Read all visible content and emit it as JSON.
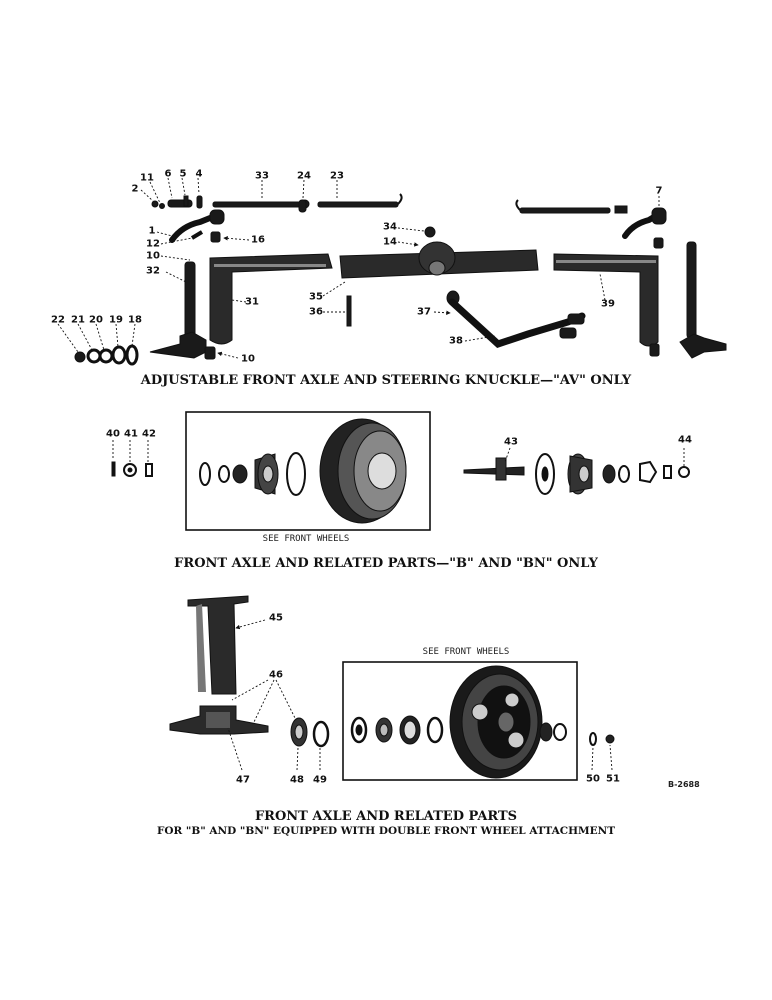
{
  "captions": {
    "section1": "ADJUSTABLE FRONT AXLE AND STEERING KNUCKLE—\"AV\" ONLY",
    "section2": "FRONT AXLE AND RELATED PARTS—\"B\" AND \"BN\" ONLY",
    "section3_title": "FRONT AXLE AND RELATED PARTS",
    "section3_sub": "FOR \"B\" AND \"BN\" EQUIPPED WITH DOUBLE FRONT WHEEL ATTACHMENT"
  },
  "notes": {
    "see_front_wheels_1": "SEE FRONT WHEELS",
    "see_front_wheels_2": "SEE FRONT WHEELS"
  },
  "figure_id": "B-2688",
  "callouts": {
    "c11": "11",
    "c6": "6",
    "c5": "5",
    "c4": "4",
    "c2": "2",
    "c33": "33",
    "c24": "24",
    "c23": "23",
    "c7": "7",
    "c34": "34",
    "c14": "14",
    "c1": "1",
    "c12": "12",
    "c16": "16",
    "c10a": "10",
    "c32": "32",
    "c31": "31",
    "c35": "35",
    "c36": "36",
    "c37": "37",
    "c39": "39",
    "c38": "38",
    "c22": "22",
    "c21": "21",
    "c20": "20",
    "c19": "19",
    "c18": "18",
    "c10b": "10",
    "c40": "40",
    "c41": "41",
    "c42": "42",
    "c43": "43",
    "c44": "44",
    "c45": "45",
    "c46": "46",
    "c47": "47",
    "c48": "48",
    "c49": "49",
    "c50": "50",
    "c51": "51"
  }
}
